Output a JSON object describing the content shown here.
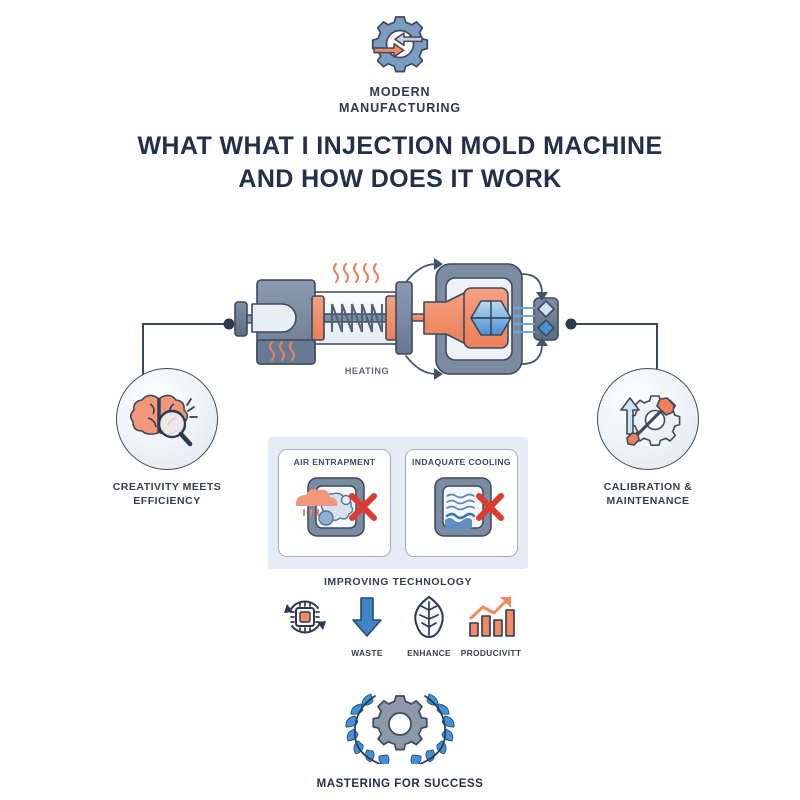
{
  "brand": {
    "line1": "MODERN",
    "line2": "MANUFACTURING",
    "icon": "gear-cycle-icon"
  },
  "title": {
    "line1": "WHAT WHAT I INJECTION MOLD MACHINE",
    "line2": "AND HOW DOES IT WORK"
  },
  "machine": {
    "heating_label": "HEATING",
    "icon": "injection-mold-machine-diagram"
  },
  "nodes": [
    {
      "id": "creativity",
      "label_line1": "CREATIVITY MEETS",
      "label_line2": "EFFICIENCY",
      "icon": "brain-magnifier-icon"
    },
    {
      "id": "calibration",
      "label_line1": "CALIBRATION &",
      "label_line2": "MAINTENANCE",
      "icon": "gear-wrench-arrow-icon"
    }
  ],
  "defects": {
    "cards": [
      {
        "title": "AIR ENTRAPMENT",
        "icon": "air-bubbles-cloud-icon",
        "marker": "red-cross-icon"
      },
      {
        "title": "INDAQUATE COOLING",
        "icon": "water-waves-icon",
        "marker": "red-cross-icon"
      }
    ]
  },
  "improving": {
    "title": "IMPROVING TECHNOLOGY",
    "items": [
      {
        "label": "",
        "icon": "chip-recycle-icon"
      },
      {
        "label": "WASTE",
        "icon": "down-arrow-icon"
      },
      {
        "label": "ENHANCE",
        "icon": "leaf-icon"
      },
      {
        "label": "PRODUCIVITT",
        "icon": "bar-chart-growth-icon"
      }
    ]
  },
  "footer": {
    "label": "MASTERING FOR SUCCESS",
    "icon": "laurel-gear-icon"
  },
  "colors": {
    "ink": "#2b3a4f",
    "steel": "#6b7f99",
    "steel_dark": "#5a6b80",
    "orange": "#f08a63",
    "blue": "#3d85c6",
    "blue_light": "#8fc0e8",
    "red": "#e03a2f",
    "panel": "#e7ecf4",
    "outline": "#3d4a5c"
  }
}
